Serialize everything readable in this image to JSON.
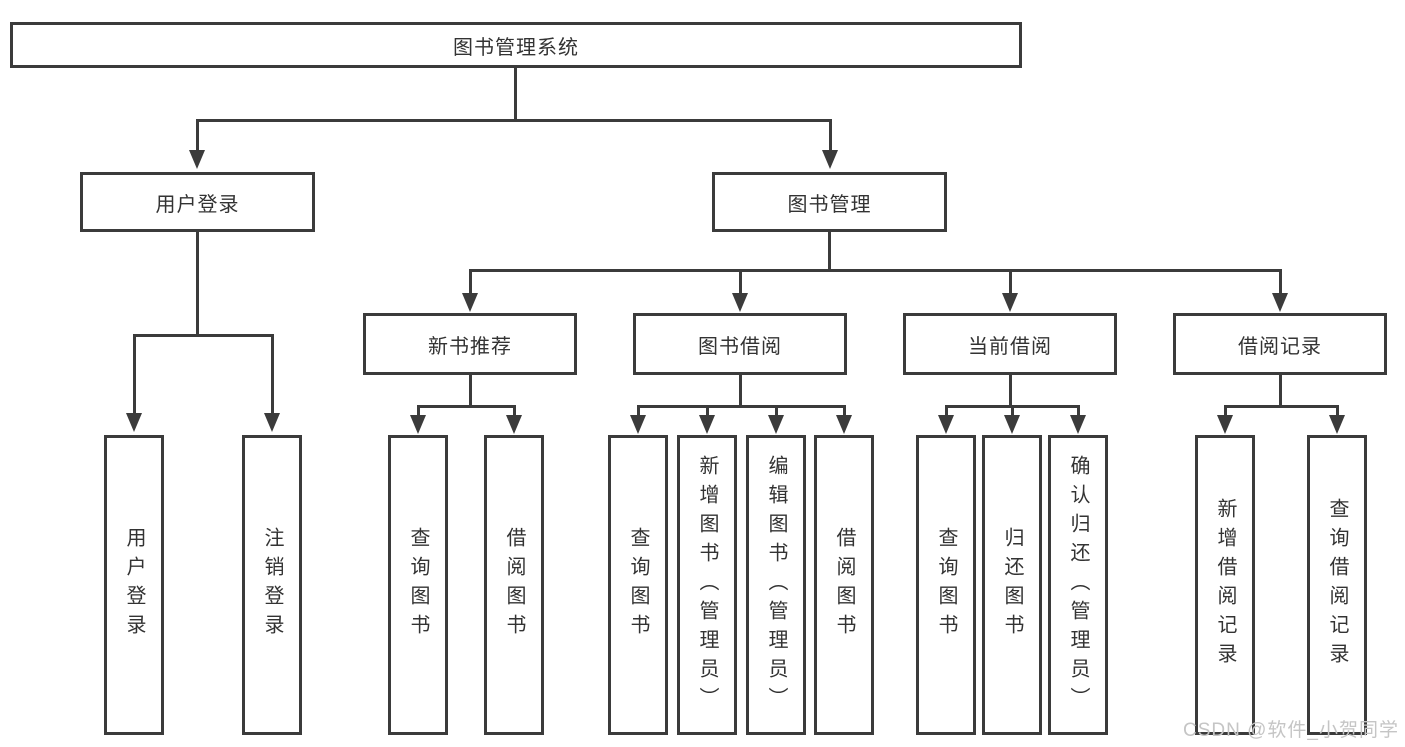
{
  "diagram": {
    "root": {
      "label": "图书管理系统"
    },
    "level2": [
      {
        "label": "用户登录"
      },
      {
        "label": "图书管理"
      }
    ],
    "level3": [
      {
        "label": "新书推荐"
      },
      {
        "label": "图书借阅"
      },
      {
        "label": "当前借阅"
      },
      {
        "label": "借阅记录"
      }
    ],
    "leaves": {
      "user_login": [
        {
          "label": "用户登录"
        },
        {
          "label": "注销登录"
        }
      ],
      "new_book_rec": [
        {
          "label": "查询图书"
        },
        {
          "label": "借阅图书"
        }
      ],
      "book_borrow": [
        {
          "label": "查询图书"
        },
        {
          "label": "新增图书（管理员）"
        },
        {
          "label": "编辑图书（管理员）"
        },
        {
          "label": "借阅图书"
        }
      ],
      "current_borrow": [
        {
          "label": "查询图书"
        },
        {
          "label": "归还图书"
        },
        {
          "label": "确认归还（管理员）"
        }
      ],
      "borrow_records": [
        {
          "label": "新增借阅记录"
        },
        {
          "label": "查询借阅记录"
        }
      ]
    },
    "colors": {
      "line": "#3b3b3b",
      "text": "#333333",
      "background": "#ffffff",
      "watermark": "#c5c5c5"
    },
    "watermark": "CSDN @软件_小贺同学"
  }
}
